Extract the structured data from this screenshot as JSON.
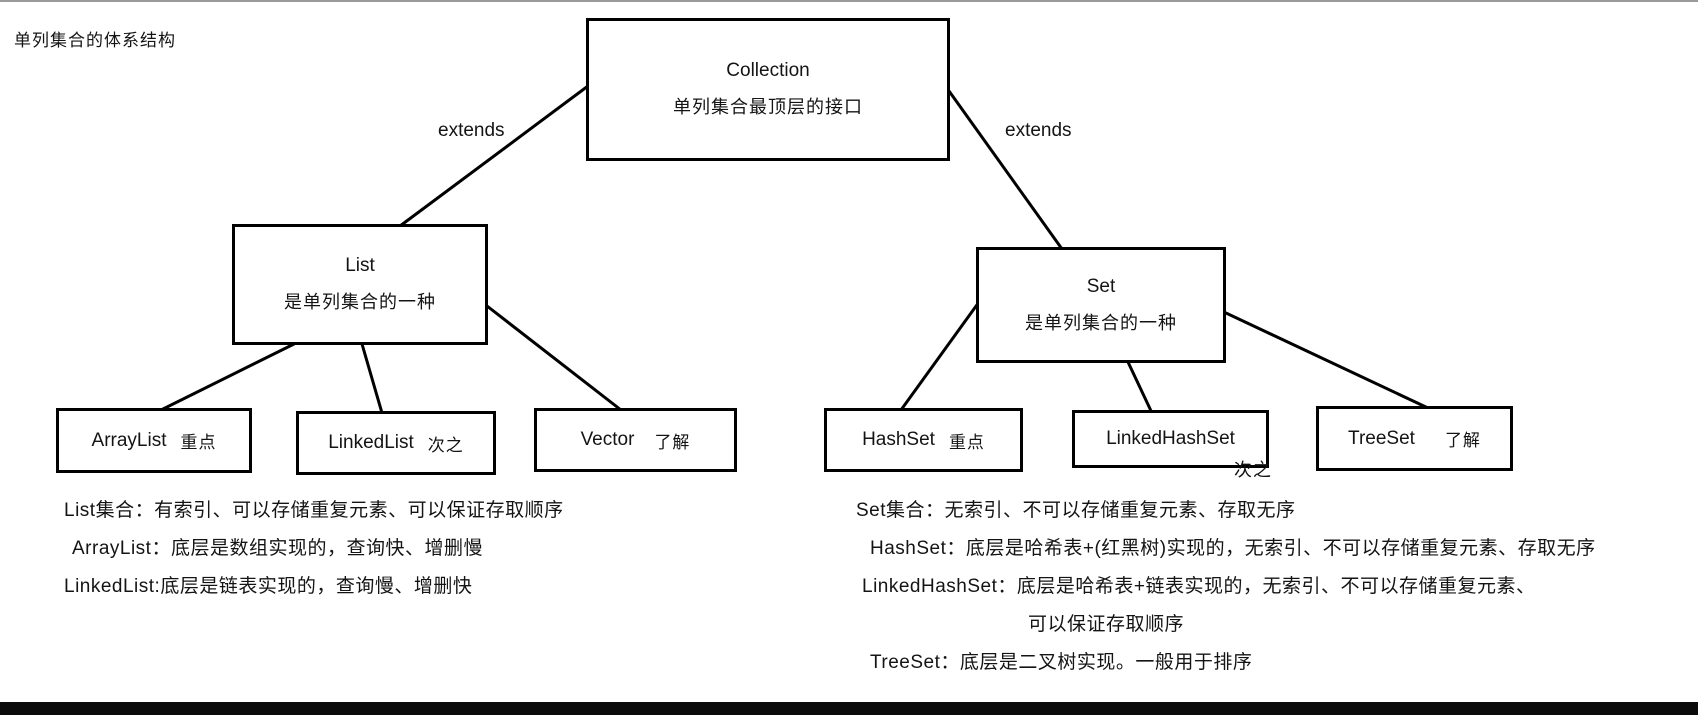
{
  "page": {
    "title": "单列集合的体系结构"
  },
  "nodes": {
    "collection": {
      "name": "Collection",
      "desc": "单列集合最顶层的接口"
    },
    "list": {
      "name": "List",
      "desc": "是单列集合的一种"
    },
    "set": {
      "name": "Set",
      "desc": "是单列集合的一种"
    },
    "arraylist": {
      "name": "ArrayList",
      "tag": "重点"
    },
    "linkedlist": {
      "name": "LinkedList",
      "tag": "次之"
    },
    "vector": {
      "name": "Vector",
      "tag": "了解"
    },
    "hashset": {
      "name": "HashSet",
      "tag": "重点"
    },
    "linkedhashset": {
      "name": "LinkedHashSet",
      "tag": "次之"
    },
    "treeset": {
      "name": "TreeSet",
      "tag": "了解"
    }
  },
  "edges": {
    "extends_left": "extends",
    "extends_right": "extends"
  },
  "notes": {
    "left": [
      "List集合：有索引、可以存储重复元素、可以保证存取顺序",
      "ArrayList：底层是数组实现的，查询快、增删慢",
      "LinkedList:底层是链表实现的，查询慢、增删快"
    ],
    "right": [
      "Set集合：无索引、不可以存储重复元素、存取无序",
      "HashSet：底层是哈希表+(红黑树)实现的，无索引、不可以存储重复元素、存取无序",
      "LinkedHashSet：底层是哈希表+链表实现的，无索引、不可以存储重复元素、",
      "可以保证存取顺序",
      "TreeSet：底层是二叉树实现。一般用于排序"
    ]
  }
}
